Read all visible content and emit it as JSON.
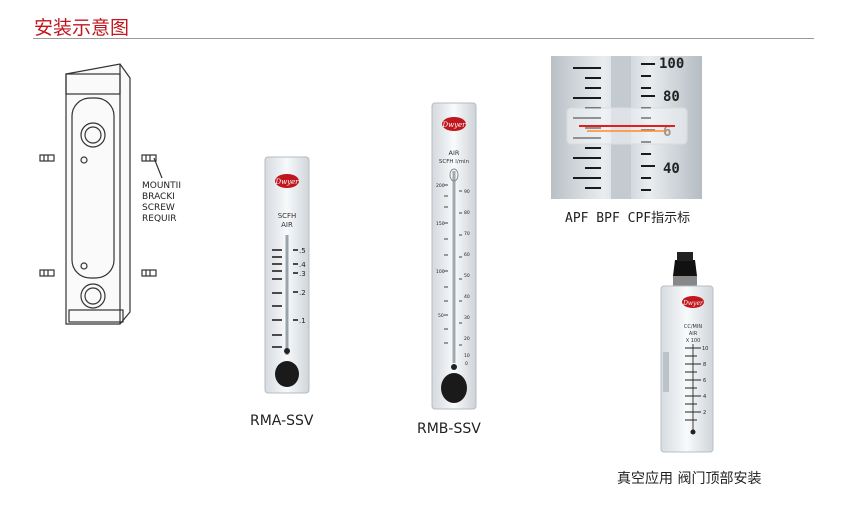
{
  "header": {
    "title": "安装示意图",
    "accent_color": "#c0161d"
  },
  "drawing": {
    "callout": [
      "MOUNTII",
      "BRACKI",
      "SCREW",
      "REQUIR"
    ]
  },
  "rma": {
    "caption": "RMA-SSV",
    "brand": "Dwyer",
    "unit_line1": "SCFH",
    "unit_line2": "AIR",
    "scale": [
      ".5",
      ".4",
      ".3",
      ".2",
      ".1"
    ]
  },
  "rmb": {
    "caption": "RMB-SSV",
    "brand": "Dwyer",
    "unit_line1": "AIR",
    "unit_line2": "SCFH  l/min",
    "left_scale": [
      "200",
      "150",
      "100",
      "50"
    ],
    "right_scale": [
      "90",
      "80",
      "70",
      "60",
      "50",
      "40",
      "30",
      "20",
      "10",
      "0"
    ]
  },
  "apf": {
    "caption": "APF BPF CPF指示标",
    "scale": [
      "100",
      "80",
      "6",
      "40"
    ]
  },
  "vacuum": {
    "caption": "真空应用 阀门顶部安装",
    "brand": "Dwyer",
    "unit_line1": "CC/MIN",
    "unit_line2": "AIR",
    "unit_line3": "X 100",
    "scale": [
      "10",
      "8",
      "6",
      "4",
      "2"
    ]
  }
}
